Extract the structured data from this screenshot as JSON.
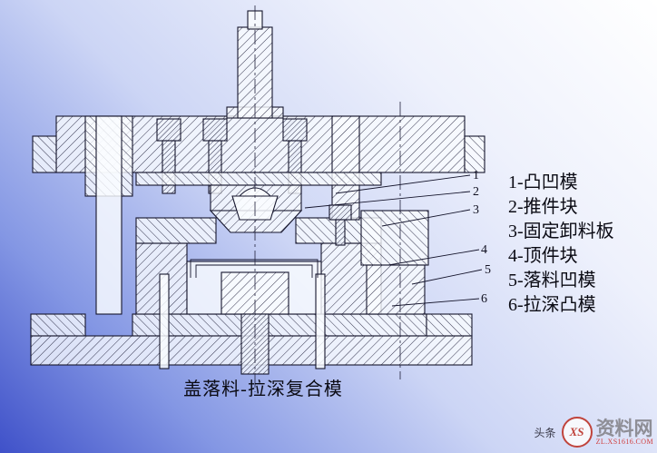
{
  "figure": {
    "caption": "盖落料-拉深复合模"
  },
  "legend": {
    "items": [
      {
        "num": "1",
        "label": "1-凸凹模"
      },
      {
        "num": "2",
        "label": "2-推件块"
      },
      {
        "num": "3",
        "label": "3-固定卸料板"
      },
      {
        "num": "4",
        "label": "4-顶件块"
      },
      {
        "num": "5",
        "label": "5-落料凹模"
      },
      {
        "num": "6",
        "label": "6-拉深凸模"
      }
    ]
  },
  "watermark": {
    "prefix": "头条",
    "logo_text": "XS",
    "site_name": "资料网",
    "url": "ZL.XS1616.COM"
  },
  "colors": {
    "background_deep": "#3f51c9",
    "background_light": "#ffffff",
    "line": "#15152c",
    "watermark_red": "#d04040",
    "watermark_gray": "#8e8e96"
  }
}
